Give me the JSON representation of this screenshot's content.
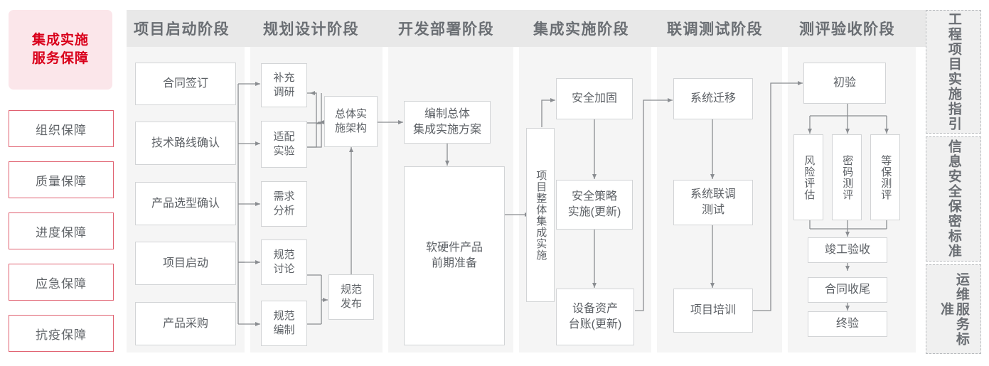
{
  "title_card": {
    "label": "集成实施\n服务保障",
    "line1": "集成实施",
    "line2": "服务保障",
    "color": "#d9001b",
    "bg": "#fbe6ea"
  },
  "left_rail": {
    "items": [
      {
        "label": "组织保障"
      },
      {
        "label": "质量保障"
      },
      {
        "label": "进度保障"
      },
      {
        "label": "应急保障"
      },
      {
        "label": "抗疫保障"
      }
    ]
  },
  "phases": [
    {
      "header": "项目启动阶段",
      "nodes": [
        {
          "label": "合同签订"
        },
        {
          "label": "技术路线确认"
        },
        {
          "label": "产品选型确认"
        },
        {
          "label": "项目启动"
        },
        {
          "label": "产品采购"
        }
      ]
    },
    {
      "header": "规划设计阶段",
      "nodes": [
        {
          "label": "补充\n调研",
          "l1": "补充",
          "l2": "调研"
        },
        {
          "label": "适配\n实验",
          "l1": "适配",
          "l2": "实验"
        },
        {
          "label": "需求\n分析",
          "l1": "需求",
          "l2": "分析"
        },
        {
          "label": "规范\n讨论",
          "l1": "规范",
          "l2": "讨论"
        },
        {
          "label": "规范\n编制",
          "l1": "规范",
          "l2": "编制"
        },
        {
          "label": "总体实\n施架构",
          "l1": "总体实",
          "l2": "施架构"
        },
        {
          "label": "规范\n发布",
          "l1": "规范",
          "l2": "发布"
        }
      ]
    },
    {
      "header": "开发部署阶段",
      "nodes": [
        {
          "label": "编制总体\n集成实施方案",
          "l1": "编制总体",
          "l2": "集成实施方案"
        },
        {
          "label": "软硬件产品\n前期准备",
          "l1": "软硬件产品",
          "l2": "前期准备"
        }
      ]
    },
    {
      "header": "集成实施阶段",
      "nodes": [
        {
          "label": "项目整体集成实施"
        },
        {
          "label": "安全加固"
        },
        {
          "label": "安全策略\n实施(更新)",
          "l1": "安全策略",
          "l2": "实施(更新)"
        },
        {
          "label": "设备资产\n台账(更新)",
          "l1": "设备资产",
          "l2": "台账(更新)"
        }
      ]
    },
    {
      "header": "联调测试阶段",
      "nodes": [
        {
          "label": "系统迁移"
        },
        {
          "label": "系统联调\n测试",
          "l1": "系统联调",
          "l2": "测试"
        },
        {
          "label": "项目培训"
        }
      ]
    },
    {
      "header": "测评验收阶段",
      "nodes": [
        {
          "label": "初验"
        },
        {
          "label": "风险评估"
        },
        {
          "label": "密码测评"
        },
        {
          "label": "等保测评"
        },
        {
          "label": "竣工验收"
        },
        {
          "label": "合同收尾"
        },
        {
          "label": "终验"
        }
      ]
    }
  ],
  "right_rail": {
    "items": [
      {
        "label": "工程项目实施指引"
      },
      {
        "label": "信息安全保密标准"
      },
      {
        "label": "运维服务标准"
      }
    ]
  }
}
